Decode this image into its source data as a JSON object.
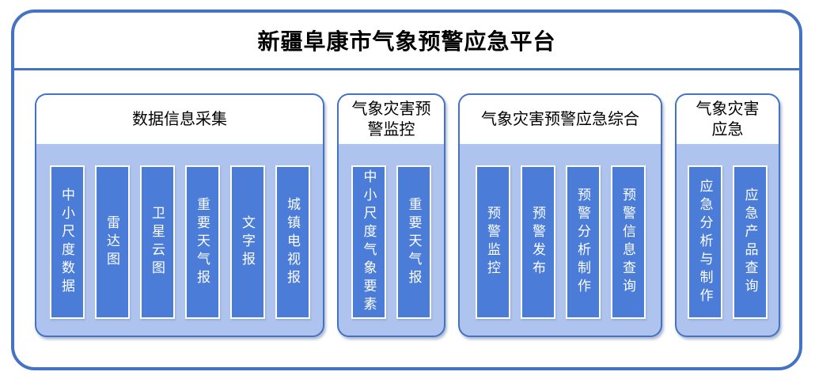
{
  "title": "新疆阜康市气象预警应急平台",
  "colors": {
    "frame_blue": "#4472C4",
    "panel_light_blue": "#AEC4EE",
    "item_blue": "#4A7CD8",
    "item_text": "#FFFFFF",
    "header_text": "#000000"
  },
  "groups": [
    {
      "header": "数据信息采集",
      "items": [
        "中小尺度数据",
        "雷达图",
        "卫星云图",
        "重要天气报",
        "文字报",
        "城镇电视报"
      ]
    },
    {
      "header": "气象灾害预警监控",
      "items": [
        "中小尺度气象要素",
        "重要天气报"
      ]
    },
    {
      "header": "气象灾害预警应急综合",
      "items": [
        "预警监控",
        "预警发布",
        "预警分析制作",
        "预警信息查询"
      ]
    },
    {
      "header": "气象灾害应急",
      "items": [
        "应急分析与制作",
        "应急产品查询"
      ]
    }
  ]
}
